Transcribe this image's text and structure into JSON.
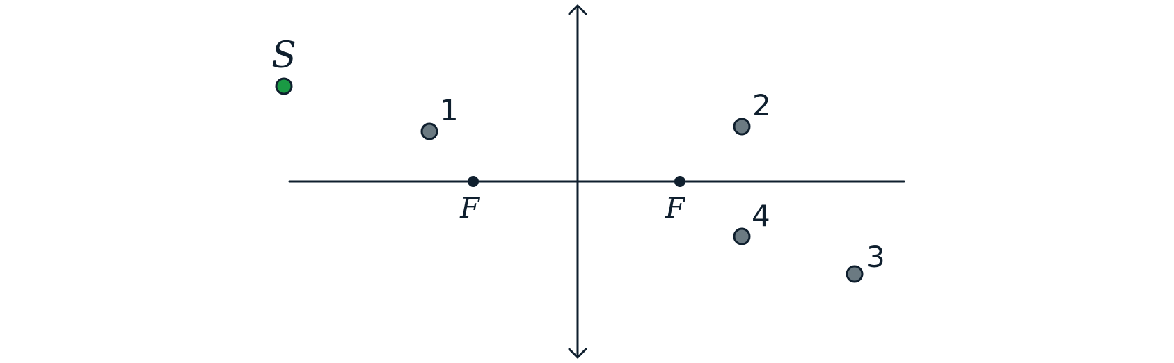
{
  "colors": {
    "line": "#0f1f2e",
    "source_fill": "#1a9a44",
    "image_fill": "#6b7a82",
    "focus_fill": "#0f1f2e",
    "stroke": "#0f1f2e",
    "background": "#ffffff"
  },
  "labels": {
    "source": "S",
    "focus_left": "F",
    "focus_right": "F",
    "point_1": "1",
    "point_2": "2",
    "point_3": "3",
    "point_4": "4"
  }
}
